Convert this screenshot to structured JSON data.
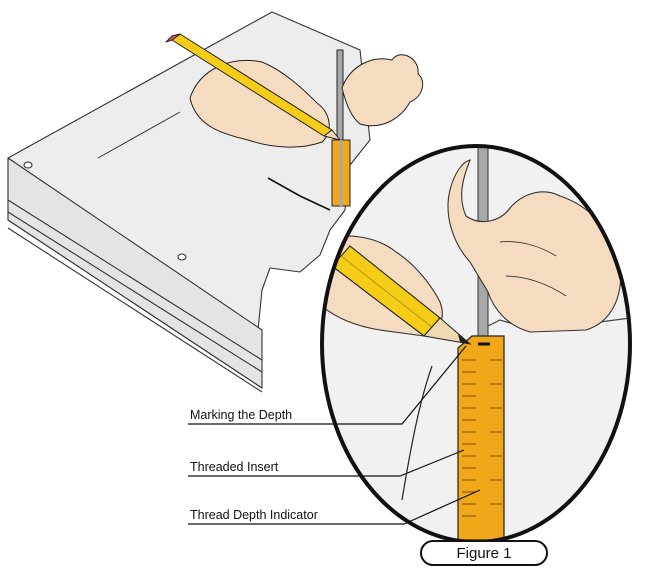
{
  "callouts": [
    {
      "label": "Marking the Depth"
    },
    {
      "label": "Threaded Insert"
    },
    {
      "label": "Thread Depth Indicator"
    }
  ],
  "figure_label": "Figure 1",
  "colors": {
    "panel_fill": "#eeeeee",
    "panel_edge": "#555555",
    "skin": "#f5dcc0",
    "pencil_yellow": "#f6cd16",
    "insert_orange": "#f0a818",
    "rod_gray": "#a8a8a8",
    "outline": "#111111"
  }
}
